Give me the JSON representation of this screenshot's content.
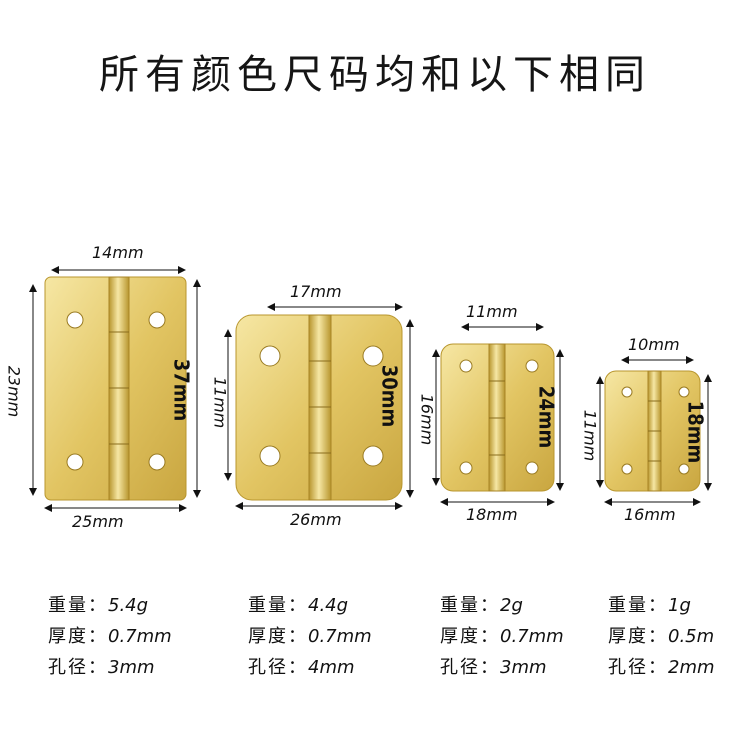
{
  "title": "所有颜色尺码均和以下相同",
  "hinges": [
    {
      "width": "14mm",
      "height_short": "23mm",
      "length": "37mm",
      "base": "25mm",
      "weight_label": "重量：",
      "weight": "5.4g",
      "thickness_label": "厚度：",
      "thickness": "0.7mm",
      "hole_label": "孔径：",
      "hole": "3mm"
    },
    {
      "width": "17mm",
      "height_short": "11mm",
      "length": "30mm",
      "base": "26mm",
      "weight_label": "重量：",
      "weight": "4.4g",
      "thickness_label": "厚度：",
      "thickness": "0.7mm",
      "hole_label": "孔径：",
      "hole": "4mm"
    },
    {
      "width": "11mm",
      "height_short": "16mm",
      "length": "24mm",
      "base": "18mm",
      "weight_label": "重量：",
      "weight": "2g",
      "thickness_label": "厚度：",
      "thickness": "0.7mm",
      "hole_label": "孔径：",
      "hole": "3mm"
    },
    {
      "width": "10mm",
      "height_short": "11mm",
      "length": "18mm",
      "base": "16mm",
      "weight_label": "重量：",
      "weight": "1g",
      "thickness_label": "厚度：",
      "thickness": "0.5m",
      "hole_label": "孔径：",
      "hole": "2mm"
    }
  ],
  "colors": {
    "brass_light": "#f1dc8a",
    "brass_mid": "#dcbf5a",
    "brass_dark": "#b8962e"
  }
}
